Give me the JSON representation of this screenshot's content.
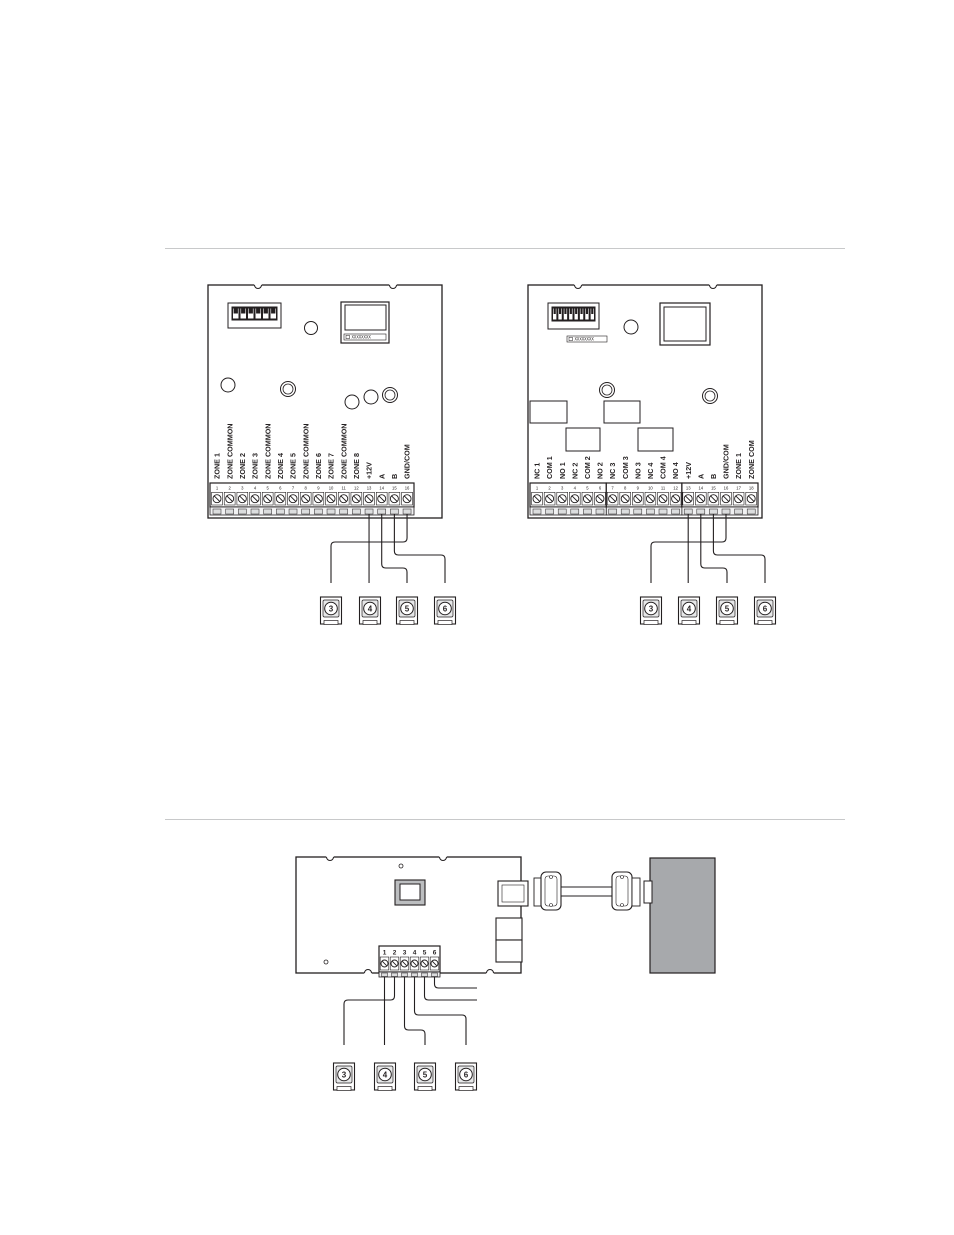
{
  "colors": {
    "ink": "#231f20",
    "rule": "#c8c9ca",
    "paper": "#ffffff",
    "part_fill": "#f1f1f2",
    "chip_fill": "#bcbec0",
    "host_fill": "#a7a9ac",
    "connector_face": "#e6e7e8"
  },
  "figure_1": {
    "module_a": {
      "terminal_labels": [
        "ZONE 1",
        "ZONE COMMON",
        "ZONE 2",
        "ZONE 3",
        "ZONE COMMON",
        "ZONE 4",
        "ZONE 5",
        "ZONE COMMON",
        "ZONE 6",
        "ZONE 7",
        "ZONE COMMON",
        "ZONE 8",
        "+12V",
        "A",
        "B",
        "GND/COM"
      ],
      "terminal_numbers": [
        "1",
        "2",
        "3",
        "4",
        "5",
        "6",
        "7",
        "8",
        "9",
        "10",
        "11",
        "12",
        "13",
        "14",
        "15",
        "16"
      ],
      "chip_label": "XXXXXXXX",
      "dip_switch_count": 6,
      "connectors": [
        "3",
        "4",
        "5",
        "6"
      ],
      "wires": [
        {
          "terminal": 16,
          "connector": 3
        },
        {
          "terminal": 13,
          "connector": 4
        },
        {
          "terminal": 14,
          "connector": 5
        },
        {
          "terminal": 15,
          "connector": 6
        }
      ]
    },
    "module_b": {
      "terminal_labels": [
        "NC 1",
        "COM 1",
        "NO 1",
        "NC 2",
        "COM 2",
        "NO 2",
        "NC 3",
        "COM 3",
        "NO 3",
        "NC 4",
        "COM 4",
        "NO 4",
        "+12V",
        "A",
        "B",
        "GND/COM",
        "ZONE 1",
        "ZONE COM"
      ],
      "terminal_numbers": [
        "1",
        "2",
        "3",
        "4",
        "5",
        "6",
        "7",
        "8",
        "9",
        "10",
        "11",
        "12",
        "13",
        "14",
        "15",
        "16",
        "17",
        "18"
      ],
      "chip_label": "XXXXXXXX",
      "dip_switch_count": 8,
      "connectors": [
        "3",
        "4",
        "5",
        "6"
      ],
      "wires": [
        {
          "terminal": 16,
          "connector": 3
        },
        {
          "terminal": 13,
          "connector": 4
        },
        {
          "terminal": 14,
          "connector": 5
        },
        {
          "terminal": 15,
          "connector": 6
        }
      ]
    }
  },
  "figure_2": {
    "terminal_numbers": [
      "1",
      "2",
      "3",
      "4",
      "5",
      "6"
    ],
    "connectors": [
      "3",
      "4",
      "5",
      "6"
    ],
    "wires": [
      {
        "terminal": 2,
        "connector": 3
      },
      {
        "terminal": 1,
        "connector": 4
      },
      {
        "terminal": 3,
        "connector": 5
      },
      {
        "terminal": 4,
        "connector": 6
      }
    ],
    "open_wires": [
      5,
      6
    ]
  }
}
